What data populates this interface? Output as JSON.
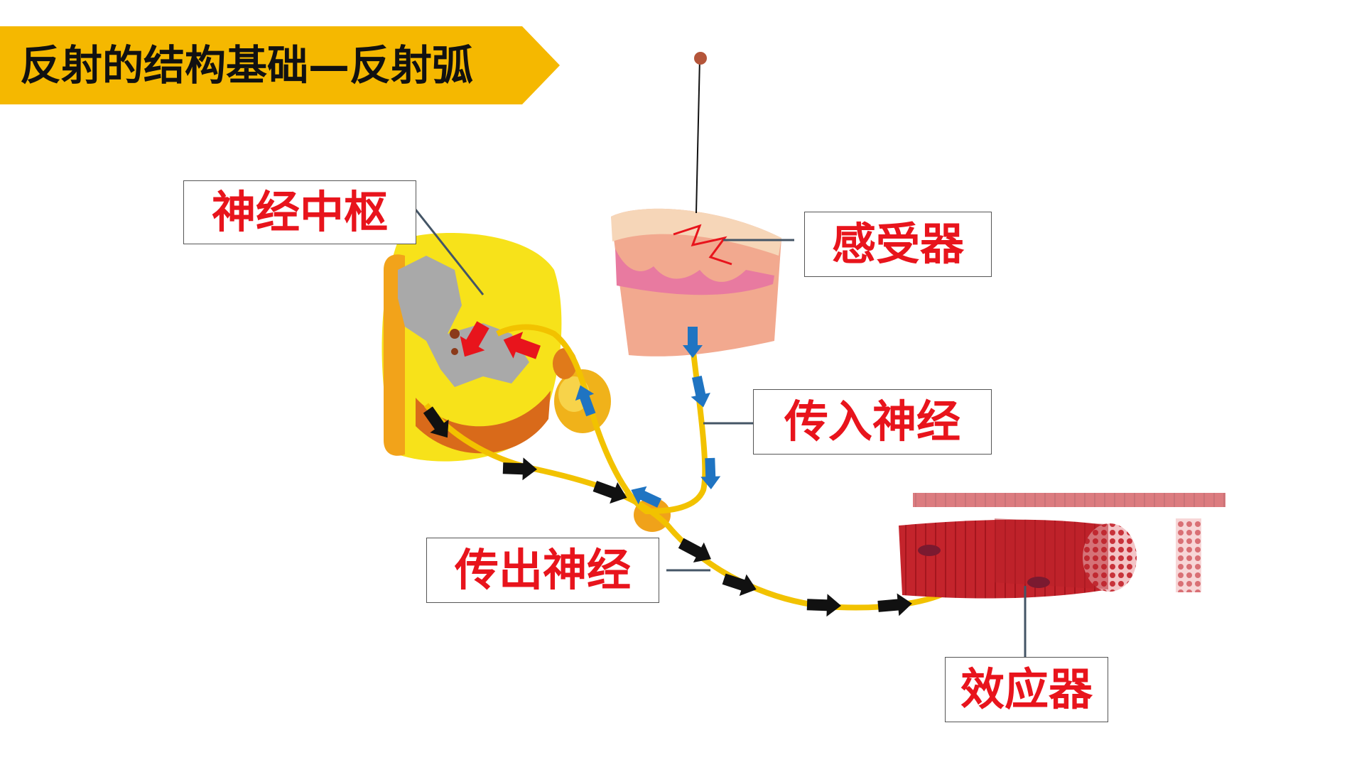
{
  "title": "反射的结构基础—反射弧",
  "labels": {
    "center": "神经中枢",
    "receptor": "感受器",
    "afferent": "传入神经",
    "efferent": "传出神经",
    "effector": "效应器"
  },
  "colors": {
    "banner": "#f5b800",
    "label_text": "#e8141c",
    "afferent_arrow": "#1f74c2",
    "efferent_arrow": "#111111",
    "center_arrow": "#e8141c",
    "nerve": "#f2c200",
    "spinal_cord": "#f7e21a",
    "muscle": "#c4242c",
    "skin": "#f2a98f"
  }
}
